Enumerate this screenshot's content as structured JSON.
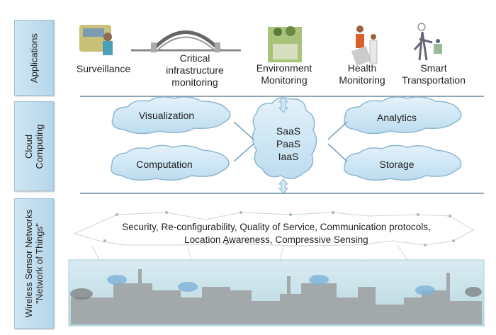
{
  "layers": {
    "applications": "Applications",
    "cloud": "Cloud Computing",
    "wsn_line1": "Wireless Sensor Networks",
    "wsn_line2": "\"Network of Things\""
  },
  "applications": [
    {
      "label": "Surveillance",
      "icon": "surveillance-icon"
    },
    {
      "label": "Critical infrastructure monitoring",
      "icon": "bridge-icon"
    },
    {
      "label": "Environment Monitoring",
      "icon": "environment-icon"
    },
    {
      "label": "Health Monitoring",
      "icon": "health-icon"
    },
    {
      "label": "Smart Transportation",
      "icon": "transport-icon"
    }
  ],
  "app_lines": {
    "a0": "Surveillance",
    "a1a": "Critical",
    "a1b": "infrastructure",
    "a1c": "monitoring",
    "a2a": "Environment",
    "a2b": "Monitoring",
    "a3a": "Health",
    "a3b": "Monitoring",
    "a4a": "Smart",
    "a4b": "Transportation"
  },
  "cloud": {
    "visualization": "Visualization",
    "computation": "Computation",
    "analytics": "Analytics",
    "storage": "Storage",
    "saas": "SaaS",
    "paas": "PaaS",
    "iaas": "IaaS"
  },
  "wsn": {
    "line1": "Security, Re-configurability, Quality of Service, Communication protocols,",
    "line2": "Location Awareness, Compressive Sensing"
  },
  "colors": {
    "cloud_fill": "#cfe7f5",
    "cloud_stroke": "#8fb7cf",
    "layer_box": "#c2ddee",
    "line": "#8ba6b8"
  }
}
